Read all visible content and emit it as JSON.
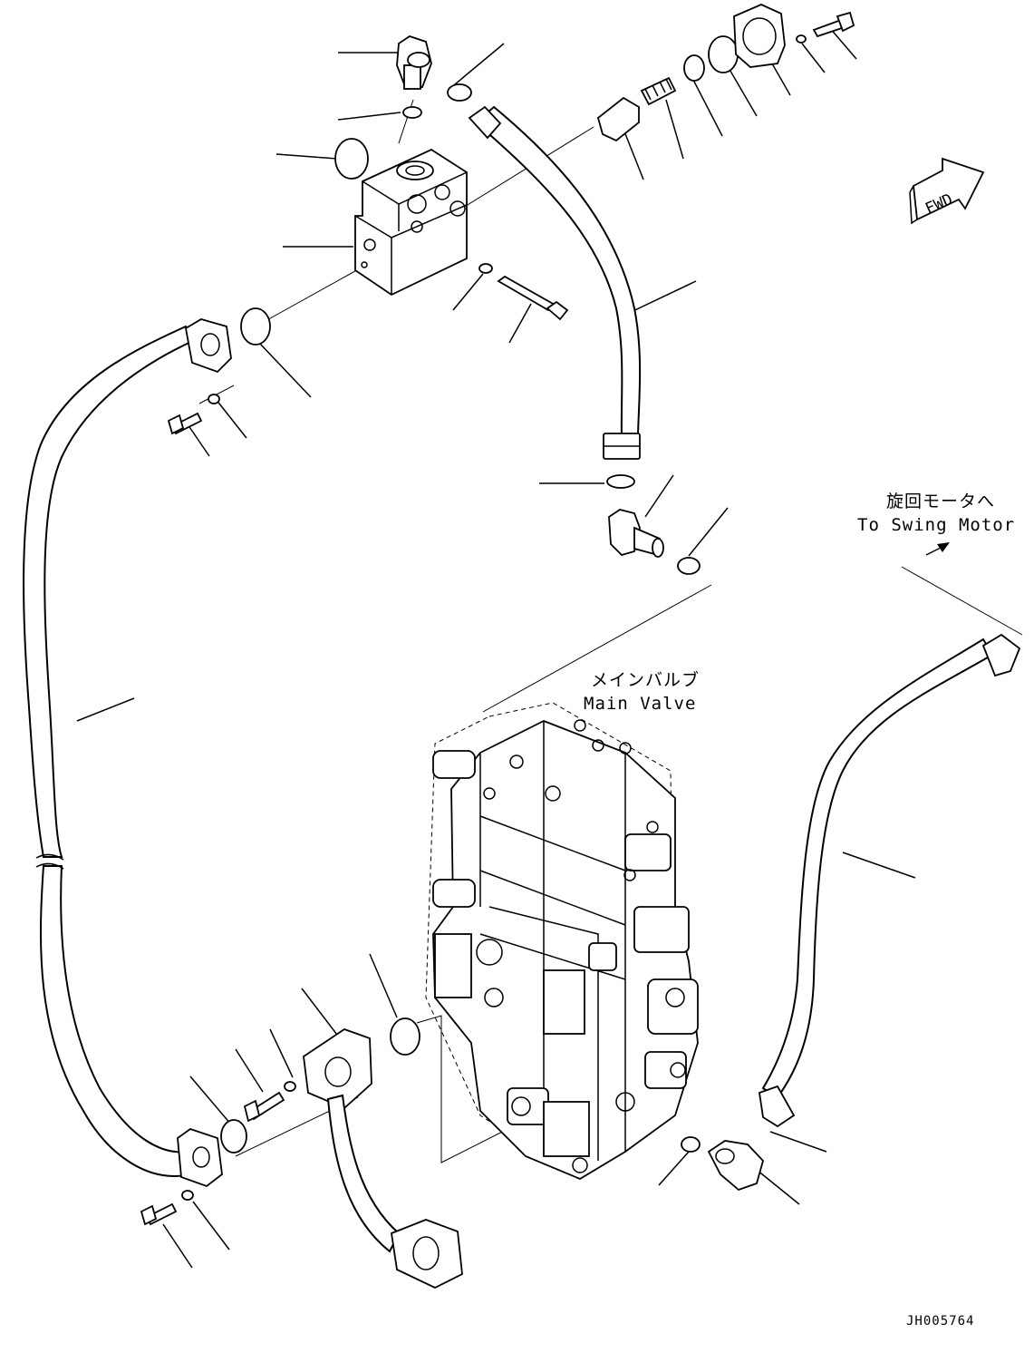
{
  "labels": {
    "swing_motor_jp": "旋回モータへ",
    "swing_motor_en": "To Swing Motor",
    "main_valve_jp": "メインバルブ",
    "main_valve_en": "Main Valve",
    "fwd": "FWD",
    "drawing_code": "JH005764"
  },
  "icons": {
    "fwd_arrow": "forward-direction-arrow-icon",
    "flow_arrow": "arrow-to-swing-motor-icon"
  }
}
